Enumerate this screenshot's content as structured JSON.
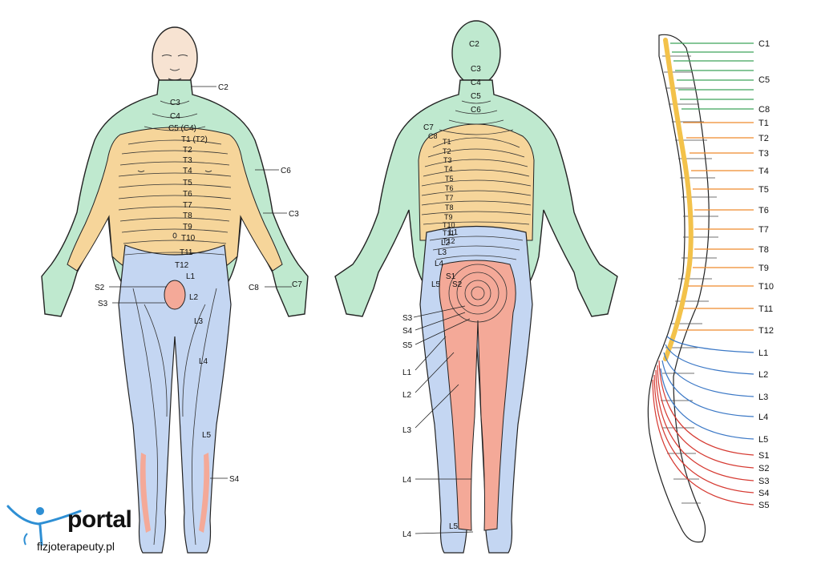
{
  "colors": {
    "cervical": "#bfe9cf",
    "thoracic": "#f6d59a",
    "lumbar": "#c4d6f2",
    "sacral": "#f4a998",
    "skin": "#f7e3d2",
    "spinal_cord": "#f3c24a",
    "cervical_nerve": "#3fa35a",
    "thoracic_nerve": "#ef8a2c",
    "lumbar_nerve": "#3b78c6",
    "sacral_nerve": "#d63a32",
    "brand_blue": "#2e8fd4"
  },
  "front_labels": {
    "c2": "C2",
    "c3": "C3",
    "c4": "C4",
    "c5c4": "C5 (C4)",
    "t1t2": "T1 (T2)",
    "t2": "T2",
    "t3": "T3",
    "t4": "T4",
    "t5": "T5",
    "t6": "T6",
    "t7": "T7",
    "t8": "T8",
    "t9": "T9",
    "t10": "T10",
    "t11": "T11",
    "t12": "T12",
    "l1": "L1",
    "l2": "L2",
    "l3": "L3",
    "l4": "L4",
    "l5": "L5",
    "s2": "S2",
    "s3": "S3",
    "s4": "S4",
    "c6arm": "C6",
    "c3arm": "C3",
    "c8": "C8",
    "c7": "C7"
  },
  "back_labels": {
    "c2": "C2",
    "c3": "C3",
    "c4": "C4",
    "c5": "C5",
    "c6": "C6",
    "c7": "C7",
    "c8": "C8",
    "t1": "T1",
    "t2": "T2",
    "t3": "T3",
    "t4": "T4",
    "t5": "T5",
    "t6": "T6",
    "t7": "T7",
    "t8": "T8",
    "t9": "T9",
    "t10": "T10",
    "t11": "T11",
    "t12": "T12",
    "l1": "L1",
    "l2": "L2",
    "l3": "L3",
    "l4": "L4",
    "l5": "L5",
    "s1": "S1",
    "s2": "S2",
    "s3": "S3",
    "s4": "S4",
    "s5": "S5",
    "l1b": "L1",
    "l2b": "L2",
    "l3b": "L3",
    "l4b": "L4",
    "l5b": "L5",
    "l4c": "L4"
  },
  "spine_labels": {
    "c1": "C1",
    "c5": "C5",
    "c8": "C8",
    "t1": "T1",
    "t2": "T2",
    "t3": "T3",
    "t4": "T4",
    "t5": "T5",
    "t6": "T6",
    "t7": "T7",
    "t8": "T8",
    "t9": "T9",
    "t10": "T10",
    "t11": "T11",
    "t12": "T12",
    "l1": "L1",
    "l2": "L2",
    "l3": "L3",
    "l4": "L4",
    "l5": "L5",
    "s1": "S1",
    "s2": "S2",
    "s3": "S3",
    "s4": "S4",
    "s5": "S5"
  },
  "brand": {
    "word": "portal",
    "url": "fizjoterapeuty.pl"
  }
}
